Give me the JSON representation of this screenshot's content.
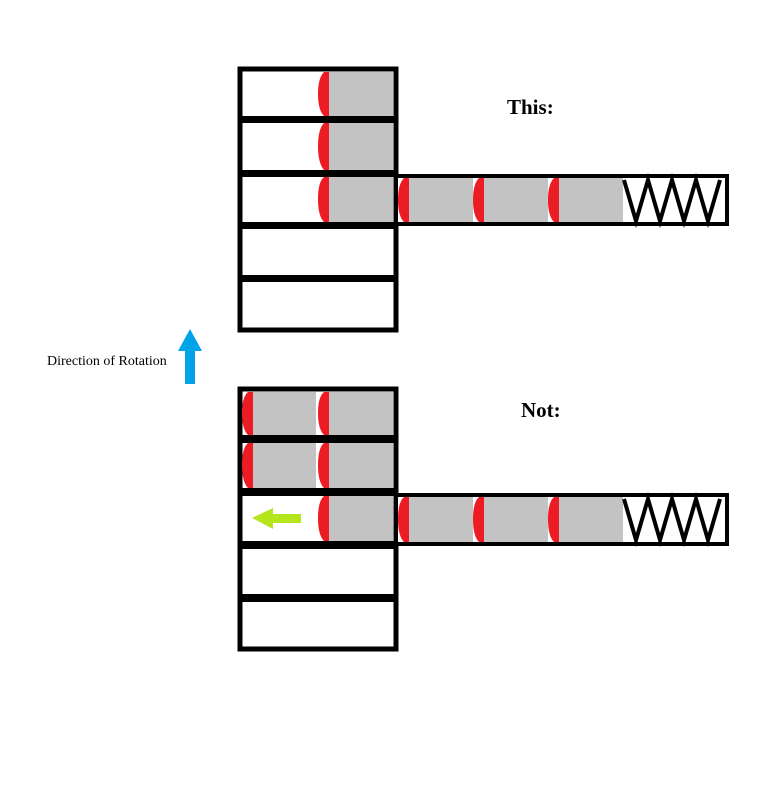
{
  "labels": {
    "this": "This:",
    "not": "Not:",
    "rotation": "Direction of Rotation"
  },
  "colors": {
    "frame": "#000000",
    "cartridge": "#c3c3c3",
    "bullet_tip": "#ed1c24",
    "rotation_arrow": "#00a2e8",
    "movement_arrow": "#b5e61d",
    "background": "#ffffff"
  },
  "icons": {
    "rotation_arrow": "arrow-up-icon",
    "movement_arrow": "arrow-left-icon",
    "spring": "spring-zigzag-icon"
  }
}
